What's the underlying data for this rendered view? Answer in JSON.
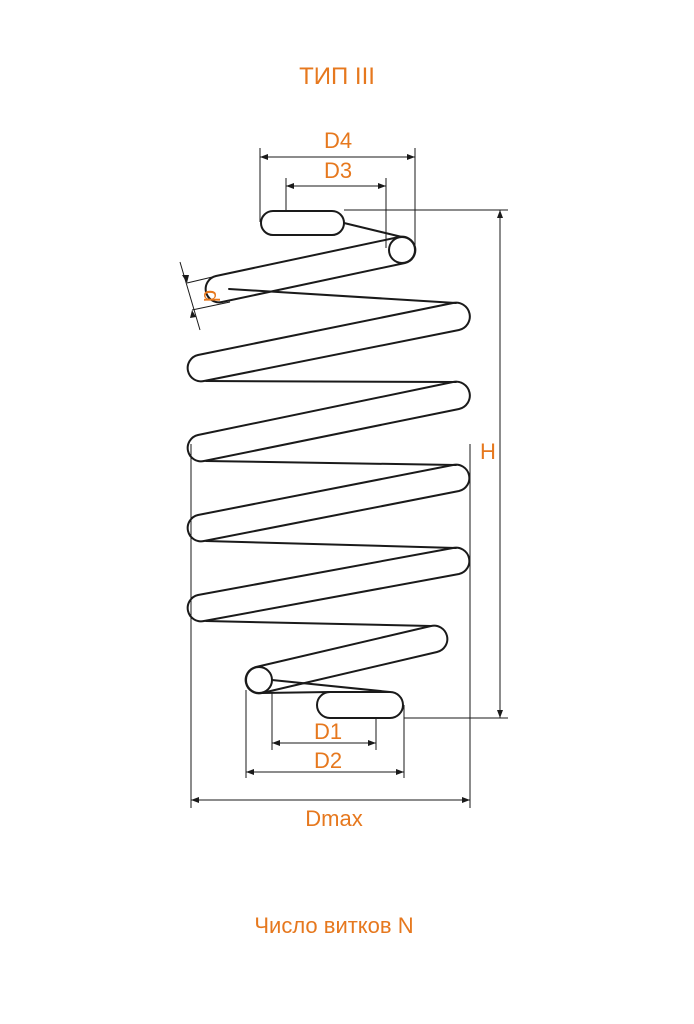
{
  "title": "ТИП III",
  "labels": {
    "d4": "D4",
    "d3": "D3",
    "d": "d",
    "h": "H",
    "d1": "D1",
    "d2": "D2",
    "dmax": "Dmax"
  },
  "footer": "Число витков N",
  "colors": {
    "label": "#e6781e",
    "line": "#1a1a1a",
    "background": "#ffffff"
  }
}
